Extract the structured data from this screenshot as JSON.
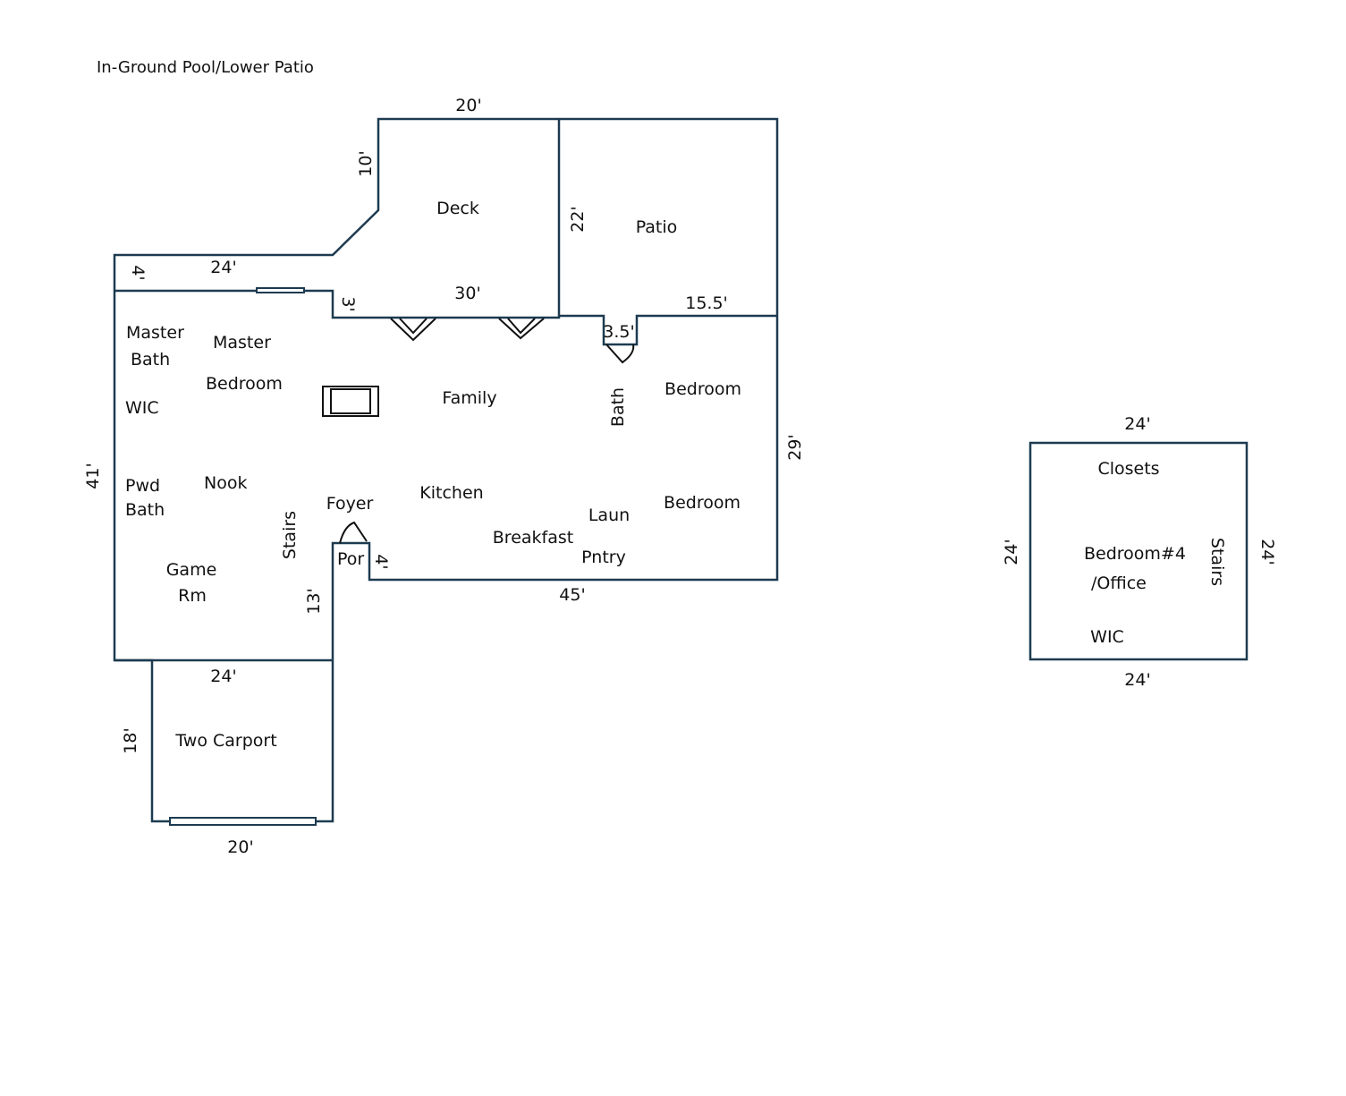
{
  "title": "In-Ground Pool/Lower Patio",
  "main_floor": {
    "rooms": {
      "deck": "Deck",
      "patio": "Patio",
      "master_bath_1": "Master",
      "master_bath_2": "Bath",
      "master_bedroom_1": "Master",
      "master_bedroom_2": "Bedroom",
      "wic": "WIC",
      "family": "Family",
      "bath": "Bath",
      "bedroom_upper": "Bedroom",
      "pwd_bath_1": "Pwd",
      "pwd_bath_2": "Bath",
      "nook": "Nook",
      "stairs": "Stairs",
      "foyer": "Foyer",
      "kitchen": "Kitchen",
      "breakfast": "Breakfast",
      "laun": "Laun",
      "pntry": "Pntry",
      "bedroom_lower": "Bedroom",
      "porch": "Por",
      "game_rm_1": "Game",
      "game_rm_2": "Rm",
      "carport": "Two Carport"
    },
    "dimensions": {
      "deck_top": "20'",
      "deck_side": "10'",
      "patio_side": "22'",
      "left_upper": "4'",
      "left_top": "24'",
      "step": "3'",
      "rear": "30'",
      "closet": "3.5'",
      "patio_bottom": "15.5'",
      "right": "29'",
      "left": "41'",
      "front": "45'",
      "porch": "4'",
      "foyer_side": "13'",
      "game_bottom": "24'",
      "carport_side": "18'",
      "carport_bottom": "20'"
    }
  },
  "upper_floor": {
    "rooms": {
      "closets": "Closets",
      "bedroom_1": "Bedroom#4",
      "bedroom_2": "/Office",
      "wic": "WIC",
      "stairs": "Stairs"
    },
    "dimensions": {
      "top": "24'",
      "left": "24'",
      "right": "24'",
      "bottom": "24'"
    }
  }
}
